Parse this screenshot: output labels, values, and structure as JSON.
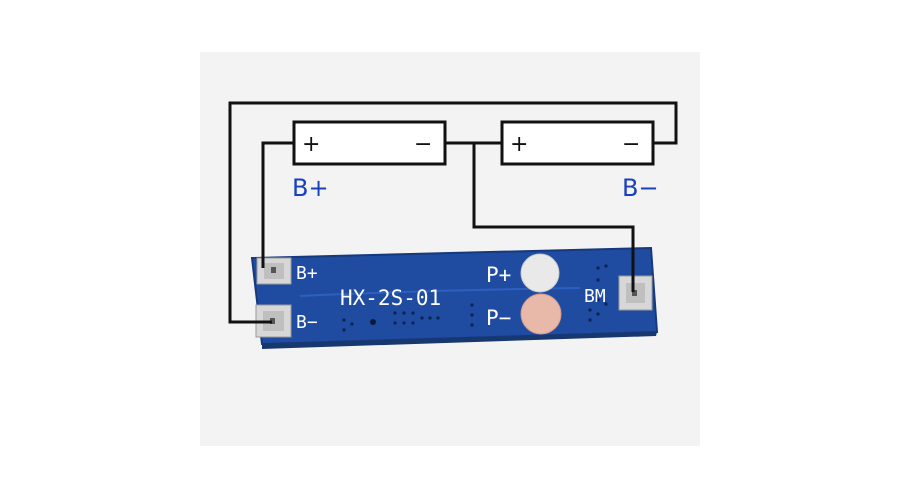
{
  "schematic": {
    "cells": [
      {
        "plus": "+",
        "minus": "−"
      },
      {
        "plus": "+",
        "minus": "−"
      }
    ],
    "b_plus_label": "B+",
    "b_minus_label": "B−"
  },
  "board": {
    "model": "HX-2S-01",
    "pad_b_plus": "B+",
    "pad_b_minus": "B−",
    "pad_p_plus": "P+",
    "pad_p_minus": "P−",
    "pad_bm": "BM"
  },
  "colors": {
    "pcb": "#1f4ca0",
    "wire": "#111111",
    "label_blue": "#1a3fbf",
    "pad_copper": "#e8b8a8"
  }
}
